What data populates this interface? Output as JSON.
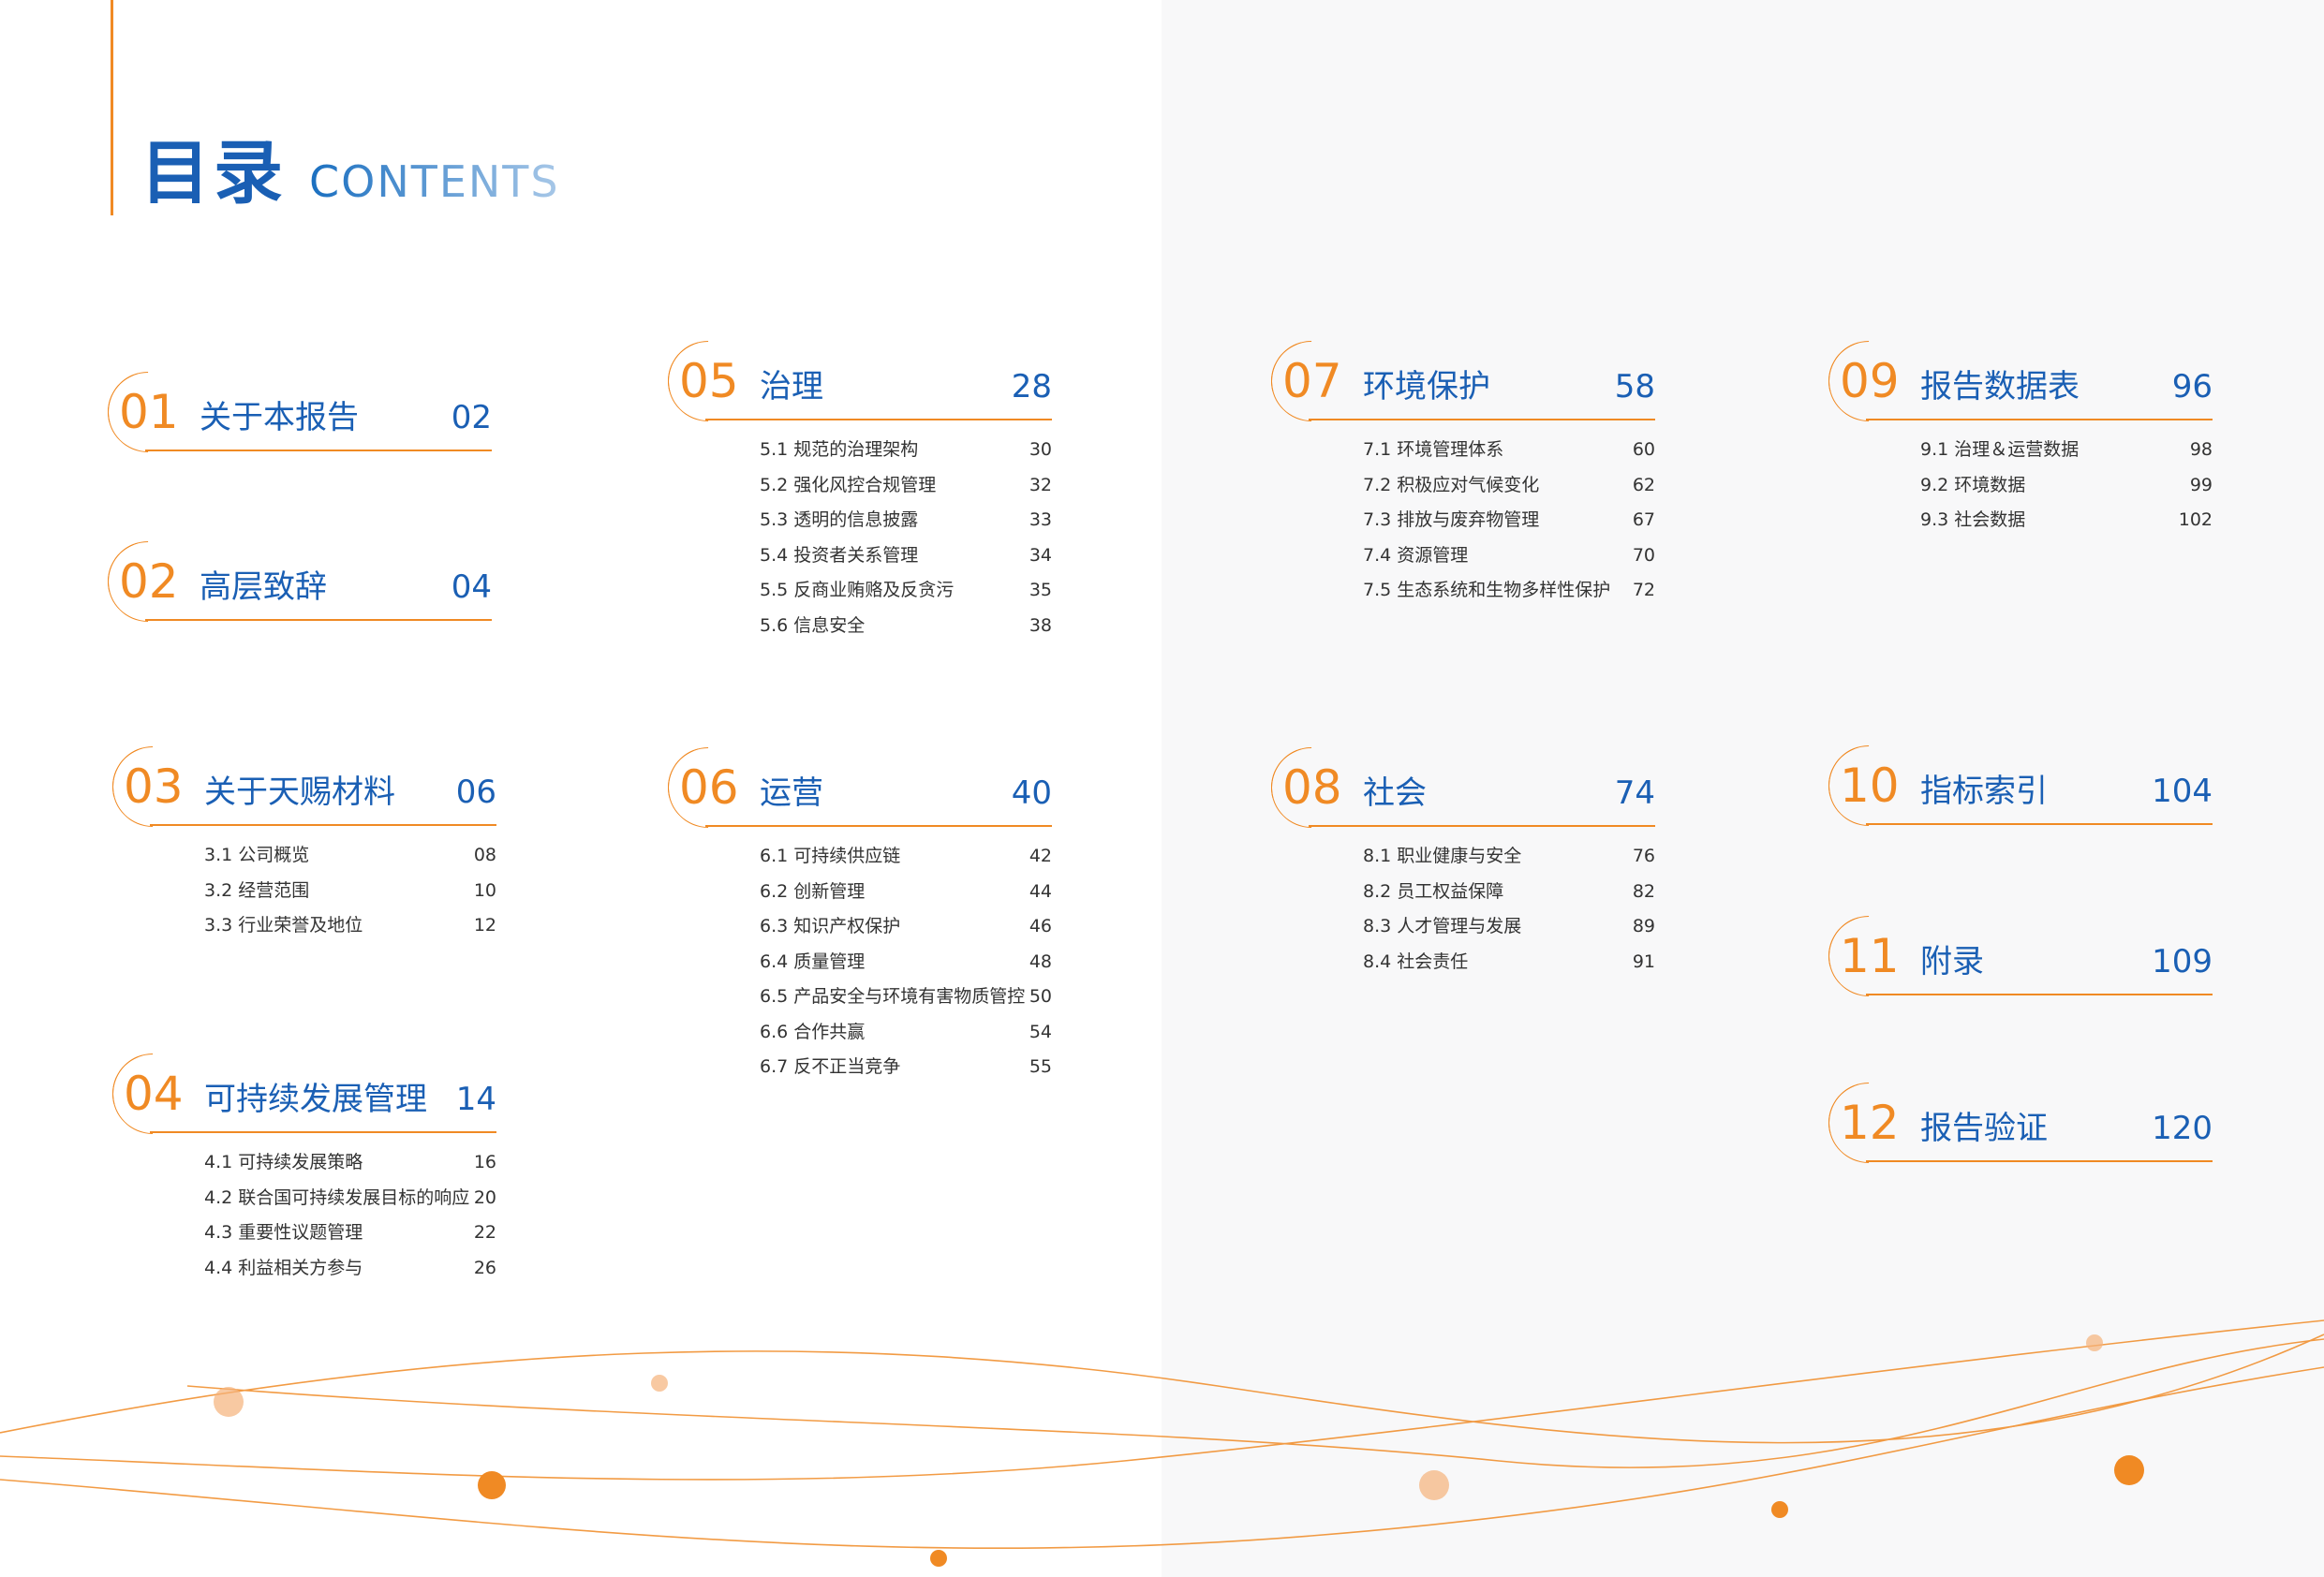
{
  "header": {
    "title_zh": "目录",
    "title_en": "CONTENTS"
  },
  "colors": {
    "accent": "#f08a24",
    "primary": "#1a5fb4"
  },
  "sections": [
    {
      "num": "01",
      "title": "关于本报告",
      "page": "02",
      "items": []
    },
    {
      "num": "02",
      "title": "高层致辞",
      "page": "04",
      "items": []
    },
    {
      "num": "03",
      "title": "关于天赐材料",
      "page": "06",
      "items": [
        {
          "label": "3.1 公司概览",
          "page": "08"
        },
        {
          "label": "3.2 经营范围",
          "page": "10"
        },
        {
          "label": "3.3 行业荣誉及地位",
          "page": "12"
        }
      ]
    },
    {
      "num": "04",
      "title": "可持续发展管理",
      "page": "14",
      "items": [
        {
          "label": "4.1 可持续发展策略",
          "page": "16"
        },
        {
          "label": "4.2 联合国可持续发展目标的响应",
          "page": "20"
        },
        {
          "label": "4.3 重要性议题管理",
          "page": "22"
        },
        {
          "label": "4.4 利益相关方参与",
          "page": "26"
        }
      ]
    },
    {
      "num": "05",
      "title": "治理",
      "page": "28",
      "items": [
        {
          "label": "5.1 规范的治理架构",
          "page": "30"
        },
        {
          "label": "5.2 强化风控合规管理",
          "page": "32"
        },
        {
          "label": "5.3 透明的信息披露",
          "page": "33"
        },
        {
          "label": "5.4 投资者关系管理",
          "page": "34"
        },
        {
          "label": "5.5 反商业贿赂及反贪污",
          "page": "35"
        },
        {
          "label": "5.6 信息安全",
          "page": "38"
        }
      ]
    },
    {
      "num": "06",
      "title": "运营",
      "page": "40",
      "items": [
        {
          "label": "6.1 可持续供应链",
          "page": "42"
        },
        {
          "label": "6.2 创新管理",
          "page": "44"
        },
        {
          "label": "6.3 知识产权保护",
          "page": "46"
        },
        {
          "label": "6.4 质量管理",
          "page": "48"
        },
        {
          "label": "6.5 产品安全与环境有害物质管控",
          "page": "50"
        },
        {
          "label": "6.6 合作共赢",
          "page": "54"
        },
        {
          "label": "6.7 反不正当竞争",
          "page": "55"
        }
      ]
    },
    {
      "num": "07",
      "title": "环境保护",
      "page": "58",
      "items": [
        {
          "label": "7.1 环境管理体系",
          "page": "60"
        },
        {
          "label": "7.2 积极应对气候变化",
          "page": "62"
        },
        {
          "label": "7.3 排放与废弃物管理",
          "page": "67"
        },
        {
          "label": "7.4 资源管理",
          "page": "70"
        },
        {
          "label": "7.5 生态系统和生物多样性保护",
          "page": "72"
        }
      ]
    },
    {
      "num": "08",
      "title": "社会",
      "page": "74",
      "items": [
        {
          "label": "8.1 职业健康与安全",
          "page": "76"
        },
        {
          "label": "8.2 员工权益保障",
          "page": "82"
        },
        {
          "label": "8.3 人才管理与发展",
          "page": "89"
        },
        {
          "label": "8.4 社会责任",
          "page": "91"
        }
      ]
    },
    {
      "num": "09",
      "title": "报告数据表",
      "page": "96",
      "items": [
        {
          "label": "9.1 治理＆运营数据",
          "page": "98"
        },
        {
          "label": "9.2 环境数据",
          "page": "99"
        },
        {
          "label": "9.3 社会数据",
          "page": "102"
        }
      ]
    },
    {
      "num": "10",
      "title": "指标索引",
      "page": "104",
      "items": []
    },
    {
      "num": "11",
      "title": "附录",
      "page": "109",
      "items": []
    },
    {
      "num": "12",
      "title": "报告验证",
      "page": "120",
      "items": []
    }
  ]
}
